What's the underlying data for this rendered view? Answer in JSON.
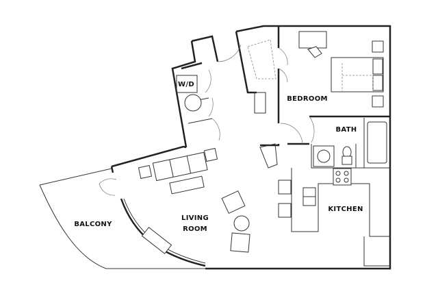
{
  "floor_plan": {
    "rooms": {
      "washer_dryer": "W/D",
      "bedroom": "BEDROOM",
      "bath": "BATH",
      "kitchen": "KITCHEN",
      "living_room_line1": "LIVING",
      "living_room_line2": "ROOM",
      "balcony": "BALCONY"
    },
    "colors": {
      "wall": "#222222",
      "background": "#ffffff"
    }
  }
}
